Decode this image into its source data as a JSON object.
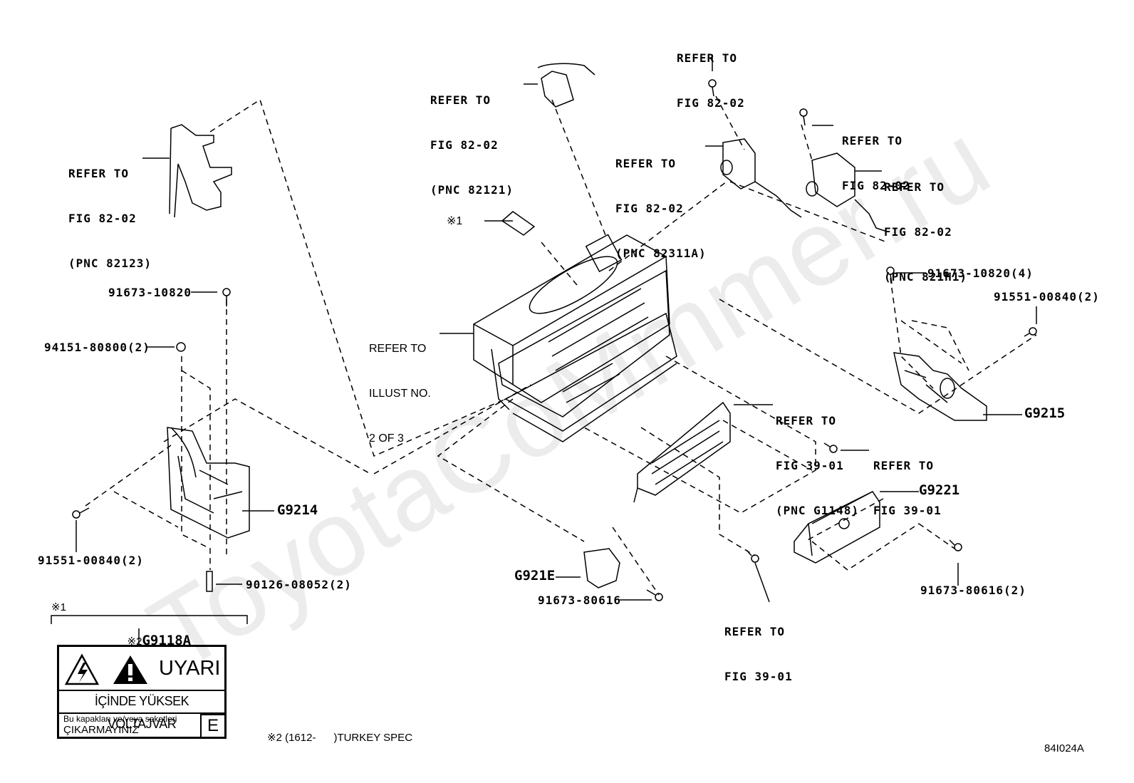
{
  "watermark": "ToyotaCoMmmer.ru",
  "labels": {
    "l_82123": [
      "REFER TO",
      "FIG 82-02",
      "(PNC 82123)"
    ],
    "l_82121": [
      "REFER TO",
      "FIG 82-02",
      "(PNC 82121)"
    ],
    "l_top_82": [
      "REFER TO",
      "FIG 82-02"
    ],
    "l_82311a": [
      "REFER TO",
      "FIG 82-02",
      "(PNC 82311A)"
    ],
    "l_82_right": [
      "REFER TO",
      "FIG 82-02"
    ],
    "l_821h1": [
      "REFER TO",
      "FIG 82-02",
      "(PNC 821H1)"
    ],
    "l_mark1": "※1",
    "l_illust": [
      "REFER TO",
      "ILLUST NO.",
      "2 OF 3"
    ],
    "l_g1148": [
      "REFER TO",
      "FIG 39-01",
      "(PNC G1148)"
    ],
    "l_39_right": [
      "REFER TO",
      "FIG 39-01"
    ],
    "l_39_bottom": [
      "REFER TO",
      "FIG 39-01"
    ]
  },
  "parts": {
    "p_91673_10820": "91673-10820",
    "p_94151_80800": "94151-80800(2)",
    "p_91551_left": "91551-00840(2)",
    "p_90126": "90126-08052(2)",
    "p_g9214": "G9214",
    "p_g921e": "G921E",
    "p_91673_80616": "91673-80616",
    "p_91673_10820_4": "91673-10820(4)",
    "p_91551_right": "91551-00840(2)",
    "p_g9215": "G9215",
    "p_g9221": "G9221",
    "p_91673_80616_2": "91673-80616(2)"
  },
  "detail": {
    "mark1": "※1",
    "mark2_label": "※2",
    "part": "G9118A",
    "warning": {
      "title": "UYARI",
      "line1": "İÇİNDE YÜKSEK VOLTAJVAR",
      "line2": "Bu kapakları ve/veya soketleri",
      "line3": "ÇIKARMAYINIZ",
      "corner": "E"
    }
  },
  "footnote": "※2 (1612-      )TURKEY SPEC",
  "diagram_id": "84I024A"
}
